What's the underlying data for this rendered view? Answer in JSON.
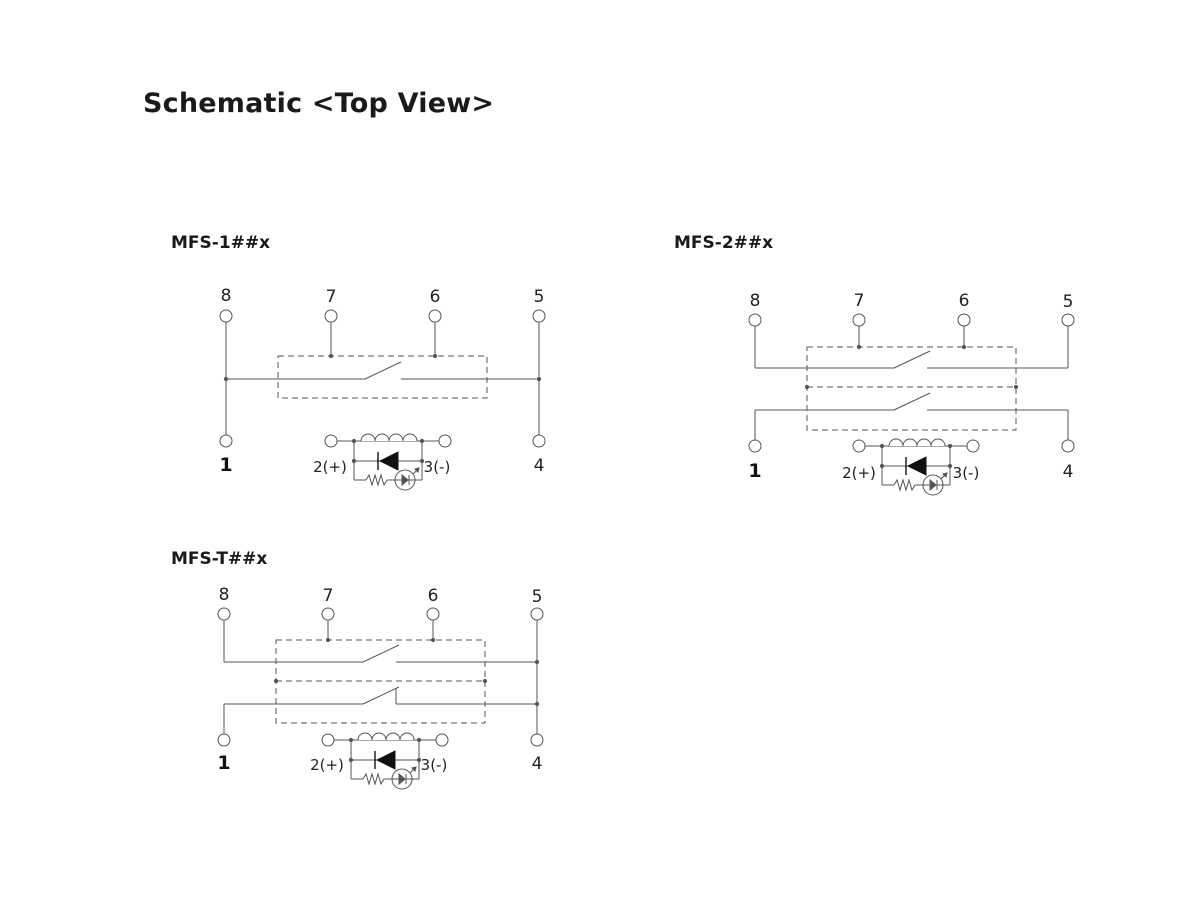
{
  "title": "Schematic <Top View>",
  "diagrams": [
    {
      "label": "MFS-1##x",
      "pins": {
        "p8": "8",
        "p7": "7",
        "p6": "6",
        "p5": "5",
        "p1": "1",
        "p4": "4"
      },
      "coil_plus": "2(+)",
      "coil_minus": "3(-)"
    },
    {
      "label": "MFS-2##x",
      "pins": {
        "p8": "8",
        "p7": "7",
        "p6": "6",
        "p5": "5",
        "p1": "1",
        "p4": "4"
      },
      "coil_plus": "2(+)",
      "coil_minus": "3(-)"
    },
    {
      "label": "MFS-T##x",
      "pins": {
        "p8": "8",
        "p7": "7",
        "p6": "6",
        "p5": "5",
        "p1": "1",
        "p4": "4"
      },
      "coil_plus": "2(+)",
      "coil_minus": "3(-)"
    }
  ]
}
